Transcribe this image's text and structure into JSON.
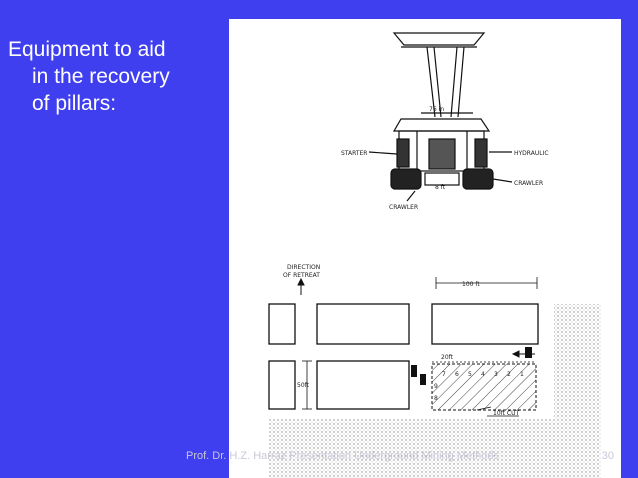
{
  "slide": {
    "heading_line1": "Equipment to aid",
    "heading_line2": "in the recovery",
    "heading_line3": "of pillars:"
  },
  "figure": {
    "top_machine": {
      "width_label": "76 in",
      "starter_label": "STARTER",
      "hydraulic_label": "HYDRAULIC",
      "crawler_right_label": "CRAWLER",
      "crawler_bottom_label": "CRAWLER",
      "small_label": "8 ft"
    },
    "plan": {
      "direction_line1": "DIRECTION",
      "direction_line2": "OF RETREAT",
      "span_label": "100 ft",
      "depth_label": "20ft",
      "pillar_label": "50ft",
      "cut_label": "10ft CUT",
      "cut_numbers": [
        "7",
        "6",
        "5",
        "4",
        "3",
        "2",
        "1"
      ],
      "side_numbers": [
        "9",
        "8"
      ]
    }
  },
  "footer": {
    "text": "Prof. Dr. H.Z. Harraz Presentation Underground Mining Methods",
    "page_number": "30"
  }
}
